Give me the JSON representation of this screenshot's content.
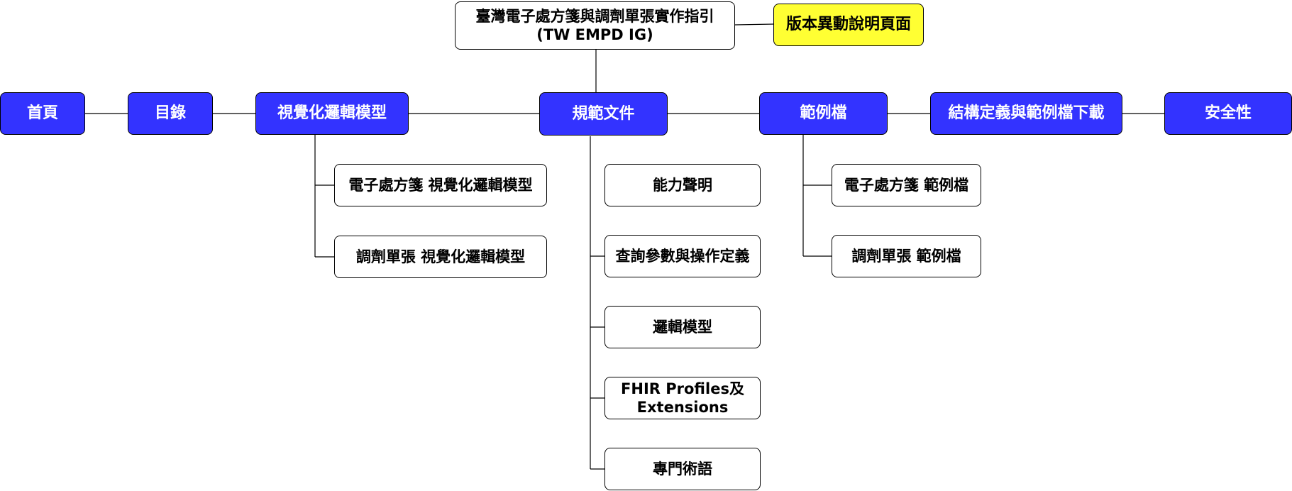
{
  "root": {
    "line1": "臺灣電子處方箋與調劑單張實作指引",
    "line2": "(TW EMPD IG)"
  },
  "changelog": {
    "label": "版本異動說明頁面",
    "color": "#ffff33"
  },
  "nav": {
    "color": "#3333ff",
    "home": "首頁",
    "toc": "目錄",
    "logical_model": "視覺化邏輯模型",
    "spec_docs": "規範文件",
    "examples": "範例檔",
    "downloads": "結構定義與範例檔下載",
    "security": "安全性"
  },
  "logical_model_children": [
    "電子處方箋 視覺化邏輯模型",
    "調劑單張 視覺化邏輯模型"
  ],
  "spec_children": {
    "capability": "能力聲明",
    "search_params": "查詢參數與操作定義",
    "logic_model": "邏輯模型",
    "profiles_line1": "FHIR Profiles及",
    "profiles_line2": "Extensions",
    "terminology": "專門術語"
  },
  "example_children": [
    "電子處方箋 範例檔",
    "調劑單張 範例檔"
  ]
}
